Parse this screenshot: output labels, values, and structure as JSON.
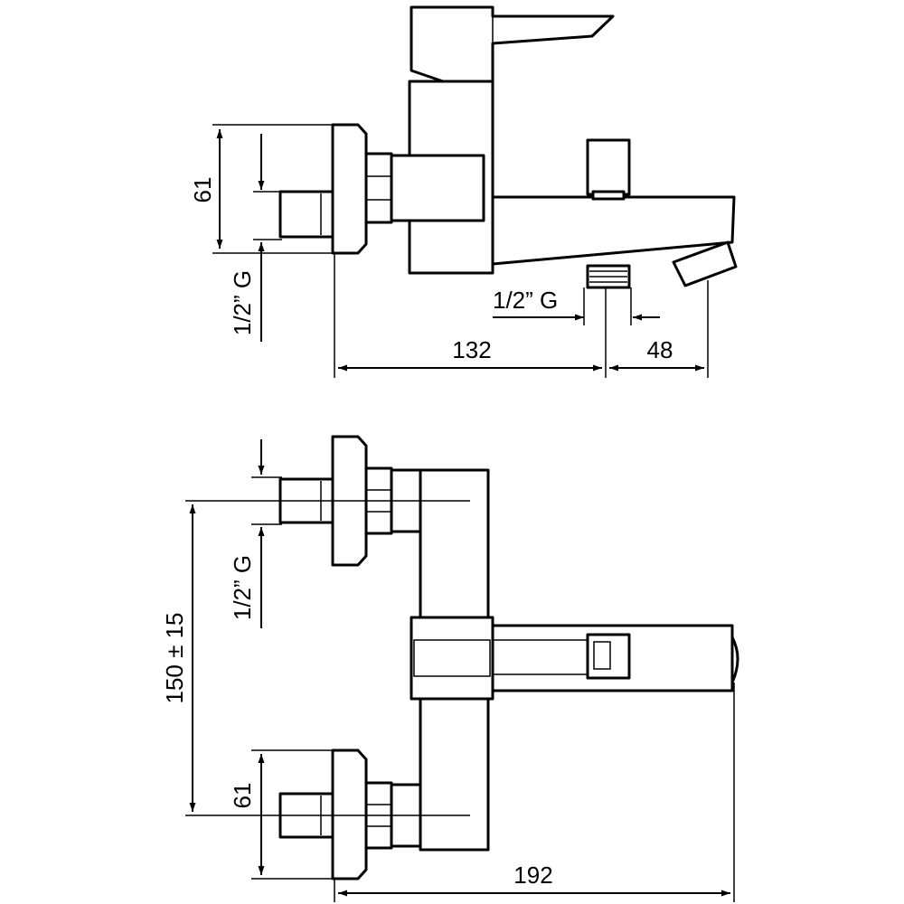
{
  "top_view": {
    "dim_inlet_height": "61",
    "dim_inlet_thread": "1/2” G",
    "dim_outlet_thread": "1/2” G",
    "dim_wall_to_outlet": "132",
    "dim_outlet_to_spout": "48"
  },
  "front_view": {
    "dim_inlet_thread": "1/2” G",
    "dim_center_distance": "150 ± 15",
    "dim_inlet_height": "61",
    "dim_total_depth": "192"
  },
  "colors": {
    "line": "#000000",
    "background": "#ffffff"
  }
}
